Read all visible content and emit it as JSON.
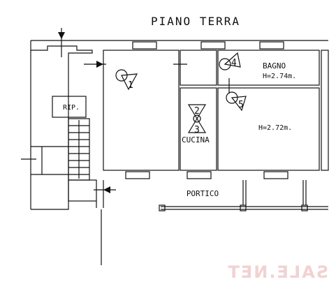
{
  "plan": {
    "title": "PIANO TERRA",
    "rooms": {
      "bagno": "BAGNO",
      "bagno_height": "H=2.74m.",
      "main_height": "H=2.72m.",
      "cucina": "CUCINA",
      "ripostiglio": "RIP.",
      "portico": "PORTICO"
    },
    "photo_points": [
      "1",
      "2",
      "3",
      "4",
      "5"
    ],
    "watermark": "SALE.NET"
  }
}
